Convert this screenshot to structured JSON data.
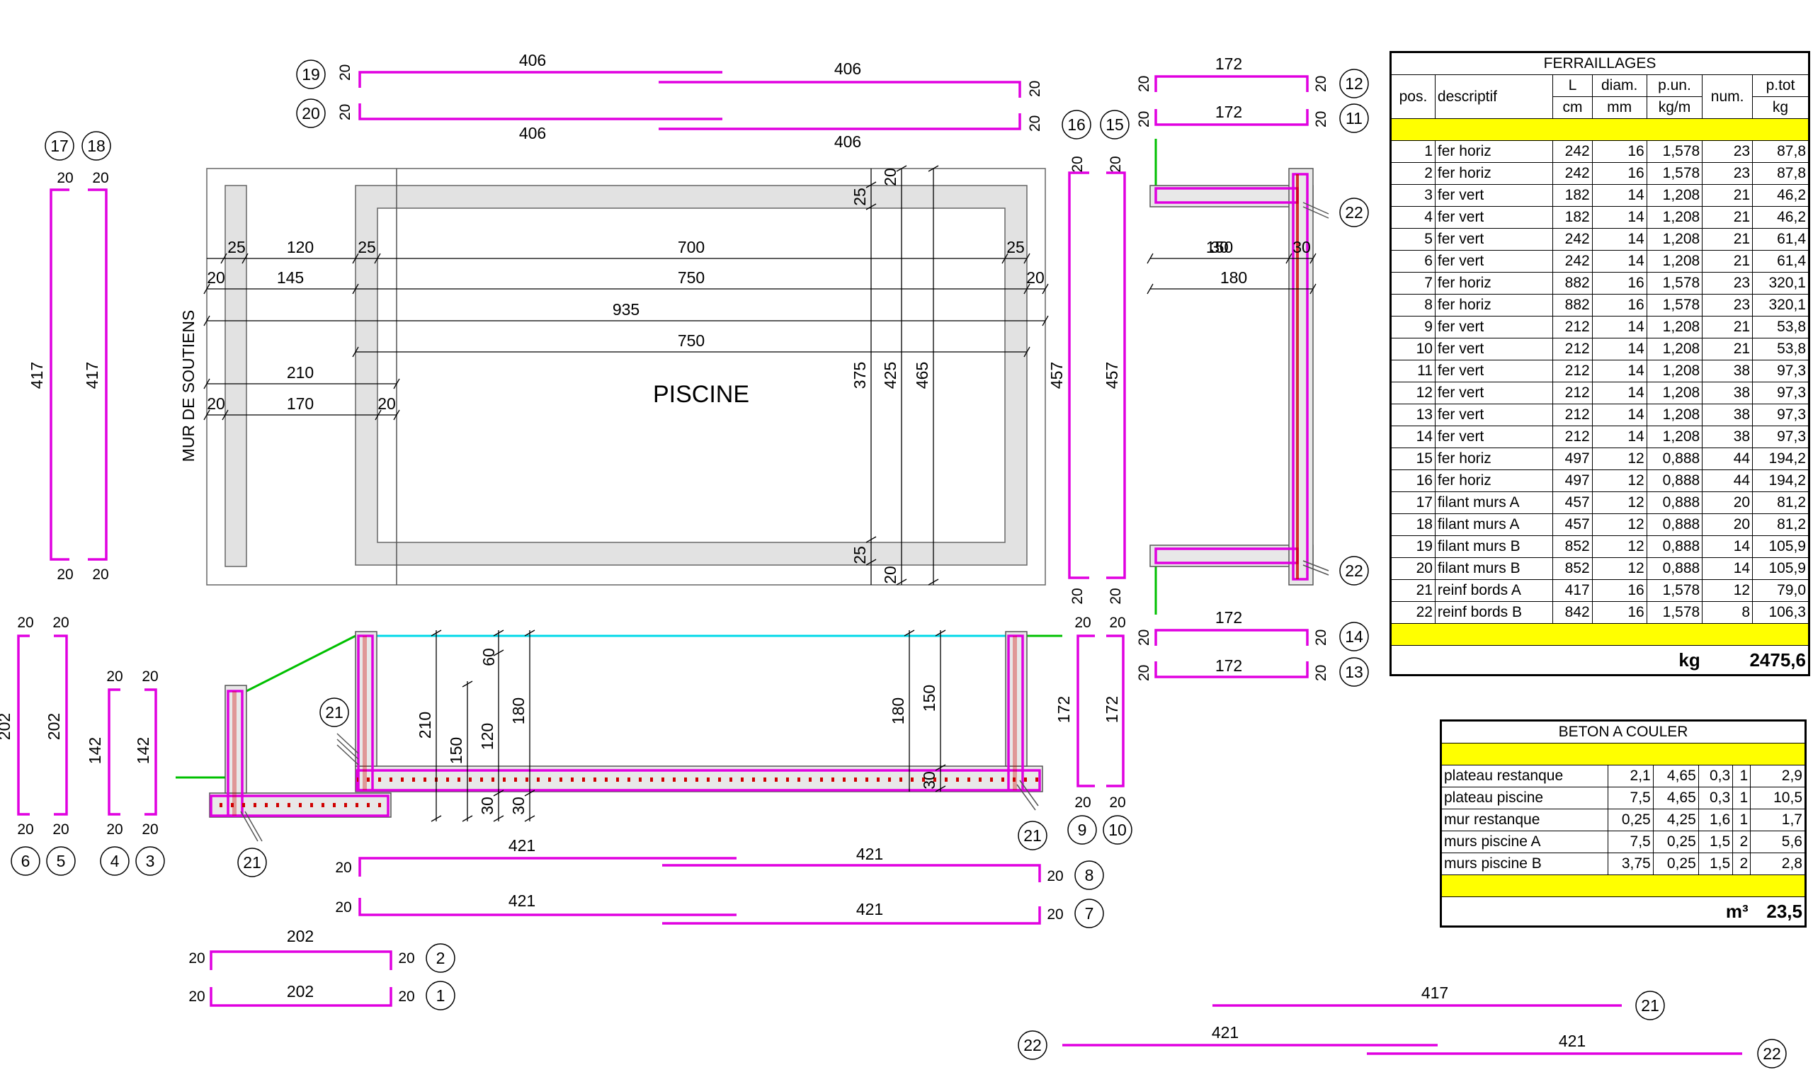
{
  "plan": {
    "pool_label": "PISCINE",
    "wall_label": "MUR DE SOUTIENS",
    "dims": {
      "d25a": "25",
      "d120": "120",
      "d25b": "25",
      "d700": "700",
      "d25c": "25",
      "d20a": "20",
      "d145": "145",
      "d750a": "750",
      "d20b": "20",
      "d935": "935",
      "d750b": "750",
      "d210": "210",
      "d20c": "20",
      "d170": "170",
      "d20d": "20",
      "v25top": "25",
      "v20top": "20",
      "v375": "375",
      "v425": "425",
      "v465": "465",
      "v25bot": "25",
      "v20bot": "20"
    }
  },
  "section": {
    "dims": {
      "d60": "60",
      "d210": "210",
      "d150a": "150",
      "d120": "120",
      "d180a": "180",
      "d30a": "30",
      "d30b": "30",
      "d180b": "180",
      "d150b": "150",
      "d30c": "30"
    }
  },
  "bars": [
    {
      "pos": "19",
      "len_a": "406",
      "len_b": "406",
      "end_l": "20",
      "end_r": "20"
    },
    {
      "pos": "20",
      "len_a": "406",
      "len_b": "406",
      "end_l": "20",
      "end_r": "20"
    },
    {
      "pos": "12",
      "len": "172",
      "end_l": "20",
      "end_r": "20"
    },
    {
      "pos": "11",
      "len": "172",
      "end_l": "20",
      "end_r": "20"
    },
    {
      "pos": "14",
      "len": "172",
      "end_l": "20",
      "end_r": "20"
    },
    {
      "pos": "13",
      "len": "172",
      "end_l": "20",
      "end_r": "20"
    },
    {
      "pos": "16",
      "len": "457",
      "end_t": "20",
      "end_b": "20"
    },
    {
      "pos": "15",
      "len": "457",
      "end_t": "20",
      "end_b": "20"
    },
    {
      "pos": "17",
      "len": "417",
      "end_t": "20",
      "end_b": "20"
    },
    {
      "pos": "18",
      "len": "417",
      "end_t": "20",
      "end_b": "20"
    },
    {
      "pos": "6",
      "len": "202",
      "end_t": "20",
      "end_b": "20"
    },
    {
      "pos": "5",
      "len": "202",
      "end_t": "20",
      "end_b": "20"
    },
    {
      "pos": "4",
      "len": "142",
      "end_t": "20",
      "end_b": "20"
    },
    {
      "pos": "3",
      "len": "142",
      "end_t": "20",
      "end_b": "20"
    },
    {
      "pos": "9",
      "len": "172",
      "end_t": "20",
      "end_b": "20"
    },
    {
      "pos": "10",
      "len": "172",
      "end_t": "20",
      "end_b": "20"
    },
    {
      "pos": "8",
      "len_a": "421",
      "len_b": "421",
      "end_l": "20",
      "end_r": "20"
    },
    {
      "pos": "7",
      "len_a": "421",
      "len_b": "421",
      "end_l": "20",
      "end_r": "20"
    },
    {
      "pos": "2",
      "len": "202",
      "end_l": "20",
      "end_r": "20"
    },
    {
      "pos": "1",
      "len": "202",
      "end_l": "20",
      "end_r": "20"
    },
    {
      "pos": "21",
      "len": "417"
    },
    {
      "pos": "22",
      "len_a": "421",
      "len_b": "421"
    }
  ],
  "markers": {
    "m21a": "21",
    "m21b": "21",
    "m21c": "21",
    "m22a": "22",
    "m22b": "22",
    "m21d": "21",
    "m22c": "22",
    "m22d": "22"
  },
  "ferraillages": {
    "title": "FERRAILLAGES",
    "headers": {
      "pos": "pos.",
      "descriptif": "descriptif",
      "L": "L",
      "diam": "diam.",
      "pun": "p.un.",
      "num": "num.",
      "ptot": "p.tot"
    },
    "units": {
      "L": "cm",
      "diam": "mm",
      "pun": "kg/m",
      "ptot": "kg"
    },
    "rows": [
      {
        "pos": "1",
        "desc": "fer horiz",
        "L": "242",
        "diam": "16",
        "pun": "1,578",
        "num": "23",
        "ptot": "87,8"
      },
      {
        "pos": "2",
        "desc": "fer horiz",
        "L": "242",
        "diam": "16",
        "pun": "1,578",
        "num": "23",
        "ptot": "87,8"
      },
      {
        "pos": "3",
        "desc": "fer vert",
        "L": "182",
        "diam": "14",
        "pun": "1,208",
        "num": "21",
        "ptot": "46,2"
      },
      {
        "pos": "4",
        "desc": "fer vert",
        "L": "182",
        "diam": "14",
        "pun": "1,208",
        "num": "21",
        "ptot": "46,2"
      },
      {
        "pos": "5",
        "desc": "fer vert",
        "L": "242",
        "diam": "14",
        "pun": "1,208",
        "num": "21",
        "ptot": "61,4"
      },
      {
        "pos": "6",
        "desc": "fer vert",
        "L": "242",
        "diam": "14",
        "pun": "1,208",
        "num": "21",
        "ptot": "61,4"
      },
      {
        "pos": "7",
        "desc": "fer horiz",
        "L": "882",
        "diam": "16",
        "pun": "1,578",
        "num": "23",
        "ptot": "320,1"
      },
      {
        "pos": "8",
        "desc": "fer horiz",
        "L": "882",
        "diam": "16",
        "pun": "1,578",
        "num": "23",
        "ptot": "320,1"
      },
      {
        "pos": "9",
        "desc": "fer vert",
        "L": "212",
        "diam": "14",
        "pun": "1,208",
        "num": "21",
        "ptot": "53,8"
      },
      {
        "pos": "10",
        "desc": "fer vert",
        "L": "212",
        "diam": "14",
        "pun": "1,208",
        "num": "21",
        "ptot": "53,8"
      },
      {
        "pos": "11",
        "desc": "fer vert",
        "L": "212",
        "diam": "14",
        "pun": "1,208",
        "num": "38",
        "ptot": "97,3"
      },
      {
        "pos": "12",
        "desc": "fer vert",
        "L": "212",
        "diam": "14",
        "pun": "1,208",
        "num": "38",
        "ptot": "97,3"
      },
      {
        "pos": "13",
        "desc": "fer vert",
        "L": "212",
        "diam": "14",
        "pun": "1,208",
        "num": "38",
        "ptot": "97,3"
      },
      {
        "pos": "14",
        "desc": "fer vert",
        "L": "212",
        "diam": "14",
        "pun": "1,208",
        "num": "38",
        "ptot": "97,3"
      },
      {
        "pos": "15",
        "desc": "fer horiz",
        "L": "497",
        "diam": "12",
        "pun": "0,888",
        "num": "44",
        "ptot": "194,2"
      },
      {
        "pos": "16",
        "desc": "fer horiz",
        "L": "497",
        "diam": "12",
        "pun": "0,888",
        "num": "44",
        "ptot": "194,2"
      },
      {
        "pos": "17",
        "desc": "filant murs A",
        "L": "457",
        "diam": "12",
        "pun": "0,888",
        "num": "20",
        "ptot": "81,2"
      },
      {
        "pos": "18",
        "desc": "filant murs A",
        "L": "457",
        "diam": "12",
        "pun": "0,888",
        "num": "20",
        "ptot": "81,2"
      },
      {
        "pos": "19",
        "desc": "filant murs B",
        "L": "852",
        "diam": "12",
        "pun": "0,888",
        "num": "14",
        "ptot": "105,9"
      },
      {
        "pos": "20",
        "desc": "filant murs B",
        "L": "852",
        "diam": "12",
        "pun": "0,888",
        "num": "14",
        "ptot": "105,9"
      },
      {
        "pos": "21",
        "desc": "reinf bords A",
        "L": "417",
        "diam": "16",
        "pun": "1,578",
        "num": "12",
        "ptot": "79,0"
      },
      {
        "pos": "22",
        "desc": "reinf bords B",
        "L": "842",
        "diam": "16",
        "pun": "1,578",
        "num": "8",
        "ptot": "106,3"
      }
    ],
    "total_unit": "kg",
    "total": "2475,6"
  },
  "beton": {
    "title": "BETON A COULER",
    "rows": [
      {
        "desc": "plateau restanque",
        "a": "2,1",
        "b": "4,65",
        "c": "0,3",
        "n": "1",
        "v": "2,9"
      },
      {
        "desc": "plateau piscine",
        "a": "7,5",
        "b": "4,65",
        "c": "0,3",
        "n": "1",
        "v": "10,5"
      },
      {
        "desc": "mur restanque",
        "a": "0,25",
        "b": "4,25",
        "c": "1,6",
        "n": "1",
        "v": "1,7"
      },
      {
        "desc": "murs piscine A",
        "a": "7,5",
        "b": "0,25",
        "c": "1,5",
        "n": "2",
        "v": "5,6"
      },
      {
        "desc": "murs piscine B",
        "a": "3,75",
        "b": "0,25",
        "c": "1,5",
        "n": "2",
        "v": "2,8"
      }
    ],
    "total_unit": "m³",
    "total": "23,5"
  },
  "colors": {
    "rebar": "#e000e0",
    "ground": "#00c000",
    "water": "#00d8e8",
    "highlight": "#ffff00"
  }
}
